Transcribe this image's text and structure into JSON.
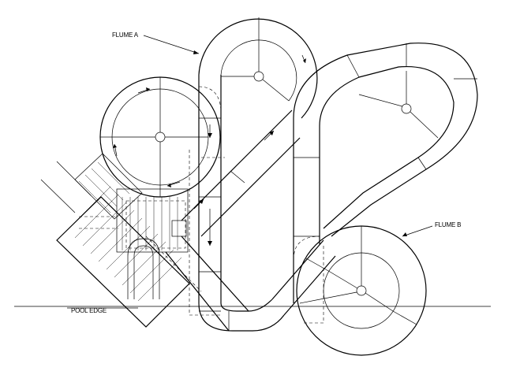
{
  "labels": {
    "flume_a": "FLUME A",
    "flume_b": "FLUME B",
    "pool_edge": "POOL EDGE"
  },
  "colors": {
    "line": "#000000",
    "background": "#ffffff"
  }
}
